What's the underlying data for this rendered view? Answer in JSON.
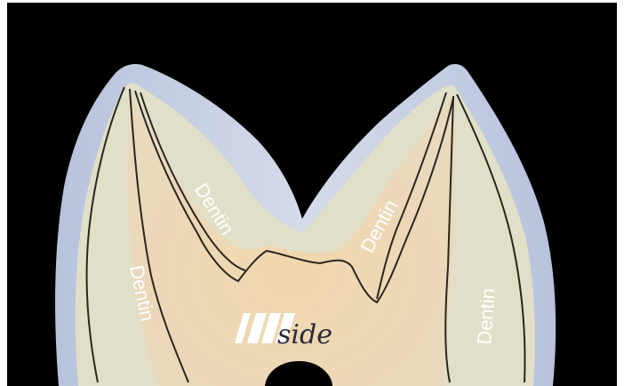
{
  "labels": {
    "dentin_1": "Dentin",
    "dentin_2": "Dentin",
    "dentin_3": "Dentin",
    "dentin_4": "Dentin"
  },
  "logo": {
    "text_italic": "side"
  },
  "colors": {
    "background": "#000000",
    "enamel": "#c9d2e4",
    "dentin_light": "#e6e2c8",
    "pulp": "#eed7b0",
    "outline": "#2a2620"
  }
}
